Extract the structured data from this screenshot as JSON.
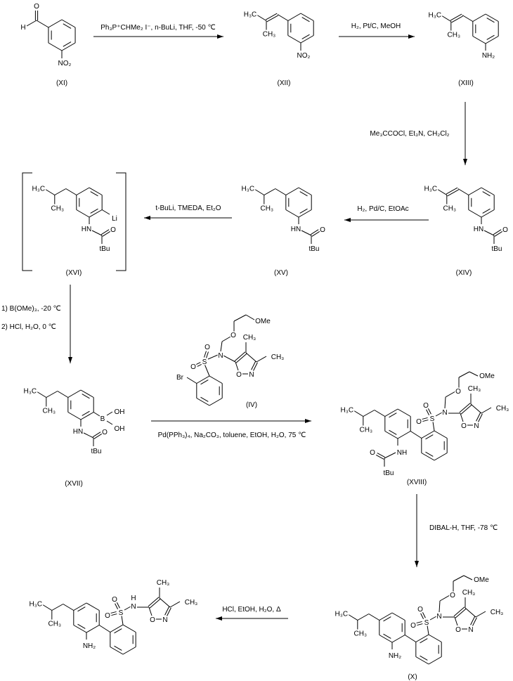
{
  "reactions": [
    {
      "id": "r1",
      "reagents": "Ph₃P⁺CHMe₂ I⁻, n-BuLi, THF, -50 ℃"
    },
    {
      "id": "r2",
      "reagents": "H₂, Pt/C, MeOH"
    },
    {
      "id": "r3",
      "reagents": "Me₃CCOCl, Et₃N, CH₂Cl₂"
    },
    {
      "id": "r4",
      "reagents": "H₂, Pd/C, EtOAc"
    },
    {
      "id": "r5",
      "reagents": "t-BuLi, TMEDA, Et₂O"
    },
    {
      "id": "r6",
      "step1": "1) B(OMe)₃, -20 ℃",
      "step2": "2) HCl, H₂O, 0 ℃"
    },
    {
      "id": "r7",
      "reagents": "Pd(PPh₃)₄, Na₂CO₃, toluene, EtOH, H₂O, 75 ℃"
    },
    {
      "id": "r8",
      "reagents": "DIBAL-H, THF, -78 ℃"
    },
    {
      "id": "r9",
      "reagents": "HCl, EtOH, H₂O, Δ"
    }
  ],
  "compounds": {
    "XI": {
      "label": "(XI)",
      "atoms": {
        "aldehyde_o": "O",
        "aldehyde_h": "H",
        "nitro": "NO₂"
      }
    },
    "XII": {
      "label": "(XII)",
      "atoms": {
        "methyl_a": "H₃C",
        "methyl_b": "CH₃",
        "nitro": "NO₂"
      }
    },
    "XIII": {
      "label": "(XIII)",
      "atoms": {
        "methyl_a": "H₃C",
        "methyl_b": "CH₃",
        "amine": "NH₂"
      }
    },
    "XIV": {
      "label": "(XIV)",
      "atoms": {
        "methyl_a": "H₃C",
        "methyl_b": "CH₃",
        "amide_nh": "HN",
        "amide_o": "O",
        "tbu": "tBu"
      }
    },
    "XV": {
      "label": "(XV)",
      "atoms": {
        "methyl_a": "H₃C",
        "methyl_b": "CH₃",
        "amide_nh": "HN",
        "amide_o": "O",
        "tbu": "tBu"
      }
    },
    "XVI": {
      "label": "(XVI)",
      "atoms": {
        "methyl_a": "H₃C",
        "methyl_b": "CH₃",
        "amide_nh": "HN",
        "amide_o": "O",
        "tbu": "tBu",
        "lithium": "Li"
      }
    },
    "XVII": {
      "label": "(XVII)",
      "atoms": {
        "methyl_a": "H₃C",
        "methyl_b": "CH₃",
        "amide_nh": "HN",
        "amide_o": "O",
        "tbu": "tBu",
        "boron": "B",
        "oh_1": "OH",
        "oh_2": "OH"
      }
    },
    "IV": {
      "label": "(IV)",
      "atoms": {
        "bromo": "Br",
        "sulfur": "S",
        "sulfonyl_o1": "O",
        "sulfonyl_o2": "O",
        "nitrogen": "N",
        "ether_o": "O",
        "methoxy": "OMe",
        "methyl_4": "CH₃",
        "methyl_3": "CH₃",
        "ring_o": "O",
        "ring_n": "N"
      }
    },
    "XVIII": {
      "label": "(XVIII)",
      "atoms": {
        "methyl_a": "H₃C",
        "methyl_b": "CH₃",
        "sulfur": "S",
        "sulfonyl_o1": "O",
        "sulfonyl_o2": "O",
        "nitrogen": "N",
        "ether_o": "O",
        "methoxy": "OMe",
        "methyl_4": "CH₃",
        "methyl_3": "CH₃",
        "ring_o": "O",
        "ring_n": "N",
        "amide_nh": "NH",
        "amide_o": "O",
        "tbu": "tBu"
      }
    },
    "X": {
      "label": "(X)",
      "atoms": {
        "methyl_a": "H₃C",
        "methyl_b": "CH₃",
        "sulfur": "S",
        "sulfonyl_o1": "O",
        "sulfonyl_o2": "O",
        "nitrogen": "N",
        "ether_o": "O",
        "methoxy": "OMe",
        "methyl_4": "CH₃",
        "methyl_3": "CH₃",
        "ring_o": "O",
        "ring_n": "N",
        "amine": "NH₂"
      }
    },
    "product": {
      "atoms": {
        "methyl_a": "H₃C",
        "methyl_b": "CH₃",
        "sulfur": "S",
        "sulfonyl_o1": "O",
        "sulfonyl_o2": "O",
        "nitrogen": "N",
        "nh_h": "H",
        "methyl_4": "CH₃",
        "methyl_3": "CH₃",
        "ring_o": "O",
        "ring_n": "N",
        "amine": "NH₂"
      }
    }
  }
}
